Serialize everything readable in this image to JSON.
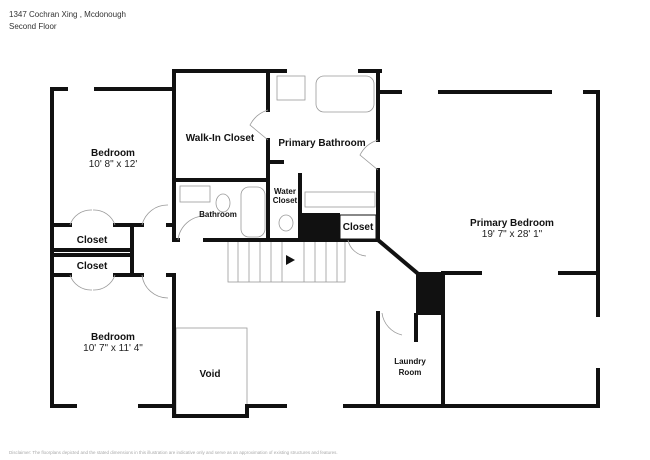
{
  "header": {
    "address": "1347 Cochran Xing , Mcdonough",
    "floor": "Second Floor"
  },
  "rooms": {
    "bedroom1": {
      "name": "Bedroom",
      "dims": "10' 8\" x 12'"
    },
    "walk_in_closet": {
      "name": "Walk-In Closet"
    },
    "primary_bathroom": {
      "name": "Primary Bathroom"
    },
    "bathroom": {
      "name": "Bathroom"
    },
    "water_closet": {
      "name": "Water",
      "name2": "Closet"
    },
    "closet_bath": {
      "name": "Closet"
    },
    "closet1": {
      "name": "Closet"
    },
    "closet2": {
      "name": "Closet"
    },
    "bedroom2": {
      "name": "Bedroom",
      "dims": "10' 7\" x 11' 4\""
    },
    "void": {
      "name": "Void"
    },
    "primary_bedroom": {
      "name": "Primary Bedroom",
      "dims": "19' 7\" x 28' 1\""
    },
    "laundry": {
      "name": "Laundry",
      "name2": "Room"
    }
  },
  "disclaimer": "Disclaimer: The floorplans depicted and the stated dimensions in this illustration are indicative only and serve as an approximation of existing structures and features."
}
